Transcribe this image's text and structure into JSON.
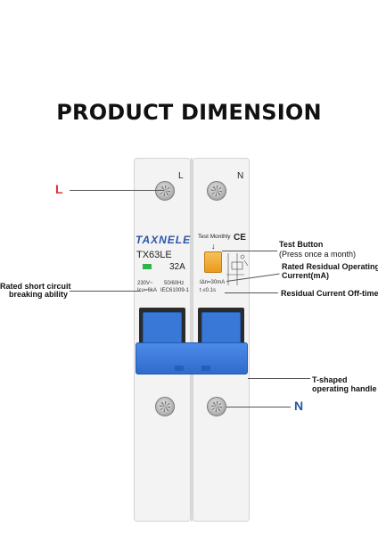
{
  "title": "PRODUCT DIMENSION",
  "colors": {
    "line_letter": "#e03232",
    "neutral_letter": "#2a55a8",
    "handle_blue": "#3a78d8",
    "test_button": "#f0ad38"
  },
  "breaker": {
    "top_labels": {
      "left": "L",
      "right": "N"
    },
    "brand": "TAXNELE",
    "model": "TX63LE",
    "rating": "32A",
    "voltage": "230V~",
    "frequency": "50/60Hz",
    "breaking": "Icu=6kA",
    "standard": "IEC61009-1",
    "test_monthly": "Test Monthly",
    "ce": "CE",
    "arrow": "↓",
    "residual_current": "IΔn=30mA",
    "off_time": "t ≤0.1s"
  },
  "callouts": {
    "line_letter": "L",
    "neutral_letter": "N",
    "test_button_title": "Test Button",
    "test_button_sub": "(Press once a month)",
    "rated_residual_1": "Rated Residual Operating",
    "rated_residual_2": "Current(mA)",
    "residual_off_time": "Residual Current Off-time",
    "rated_short_1": "Rated short circuit",
    "rated_short_2": "breaking ability",
    "handle_1": "T-shaped",
    "handle_2": "operating handle"
  }
}
